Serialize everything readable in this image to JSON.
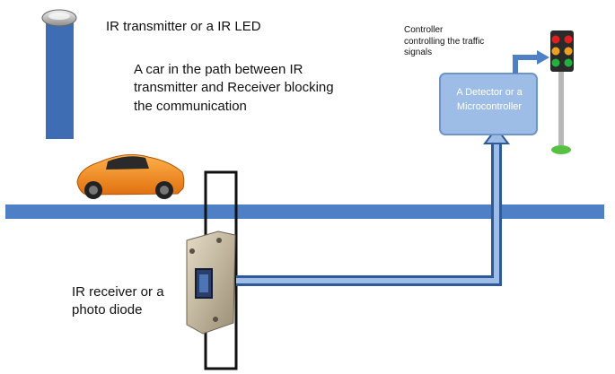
{
  "labels": {
    "ir_transmitter": "IR transmitter or a IR LED",
    "car_blocking": "A car in the path between IR transmitter and Receiver blocking the communication",
    "controller": "Controller controlling the traffic signals",
    "detector": "A Detector or a Microcontroller",
    "ir_receiver": "IR receiver or a photo diode"
  },
  "colors": {
    "road_blue": "#4f7fc4",
    "road_blue_dark": "#2f5a9a",
    "detector_box": "#9dbde6",
    "car_orange": "#f28a1e",
    "signal_red": "#e02020",
    "signal_amber": "#f0a020",
    "signal_green": "#22b13c"
  },
  "icons": {
    "transmitter": "ir-led-icon",
    "car": "car-icon",
    "receiver": "photodiode-icon",
    "traffic_light": "traffic-light-icon"
  }
}
